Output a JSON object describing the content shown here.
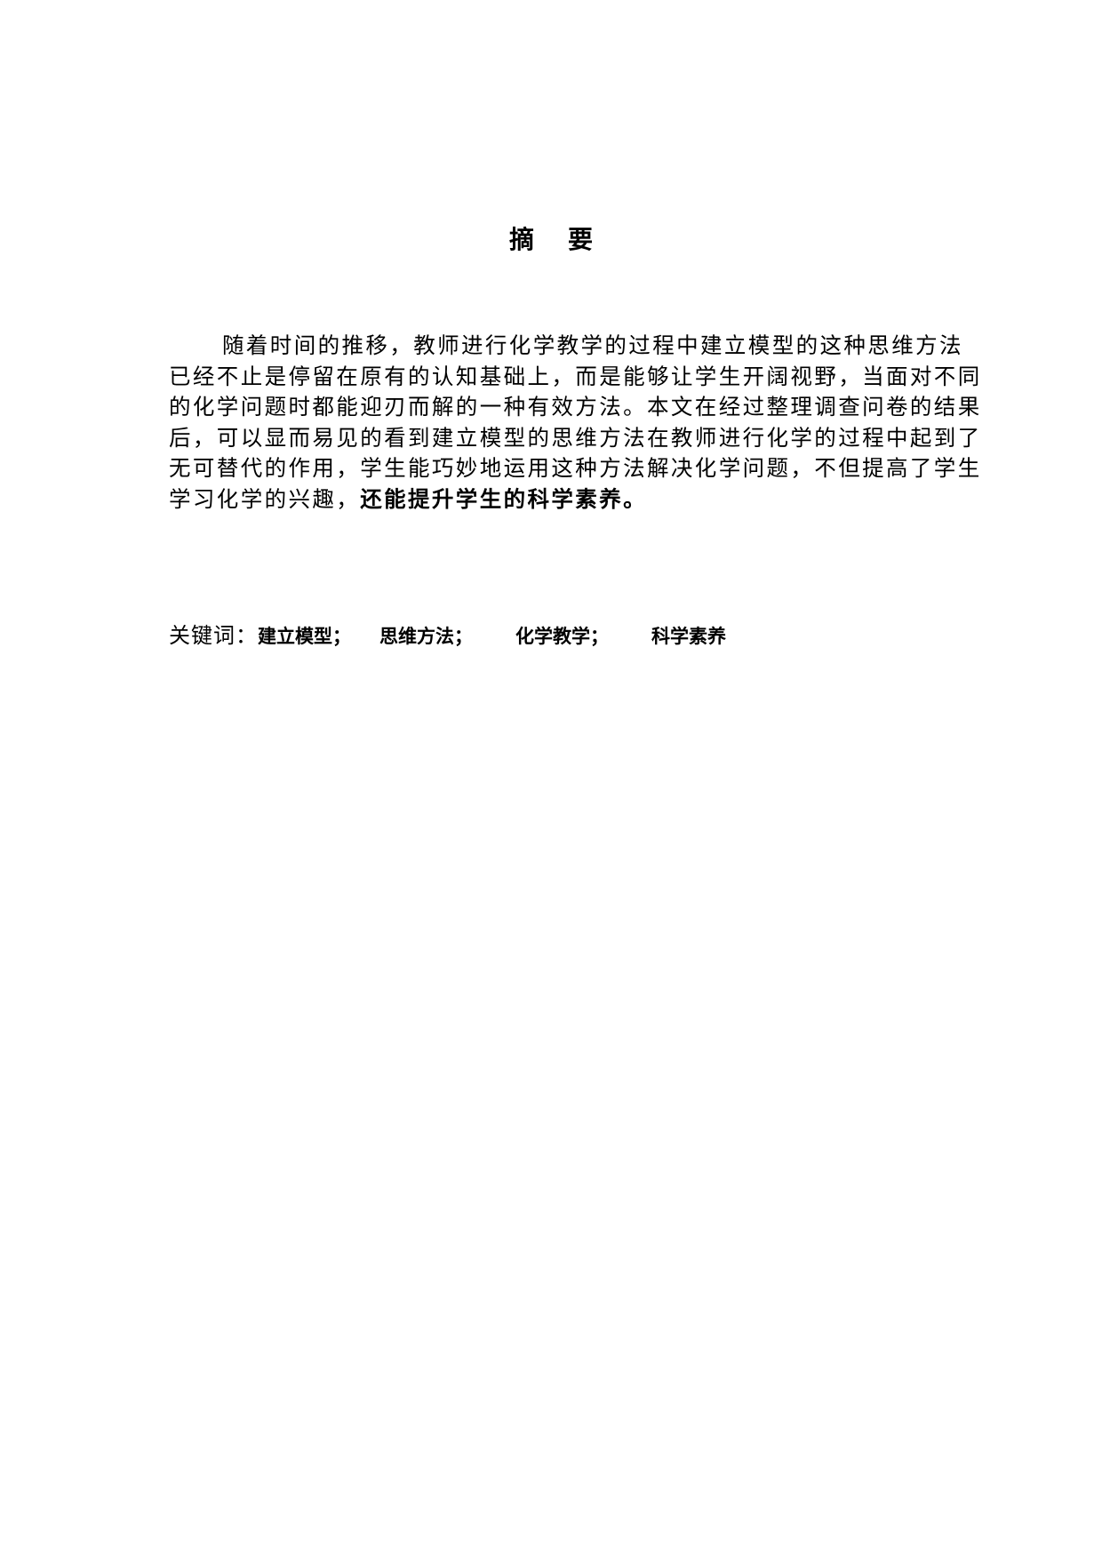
{
  "document": {
    "title": "摘要",
    "abstract": {
      "lines": [
        "随着时间的推移，教师进行化学教学的过程中建立模型的这种思维方法",
        "已经不止是停留在原有的认知基础上，而是能够让学生开阔视野，当面对不同",
        "的化学问题时都能迎刃而解的一种有效方法。本文在经过整理调查问卷的结果",
        "后，可以显而易见的看到建立模型的思维方法在教师进行化学的过程中起到了",
        "无可替代的作用，学生能巧妙地运用这种方法解决化学问题，不但提高了学生"
      ],
      "last_line_regular": "学习化学的兴趣，",
      "last_line_bold": "还能提升学生的科学素养。"
    },
    "keywords": {
      "label": "关键词：",
      "items": [
        "建立模型；",
        "思维方法；",
        "化学教学；",
        "科学素养"
      ]
    }
  }
}
